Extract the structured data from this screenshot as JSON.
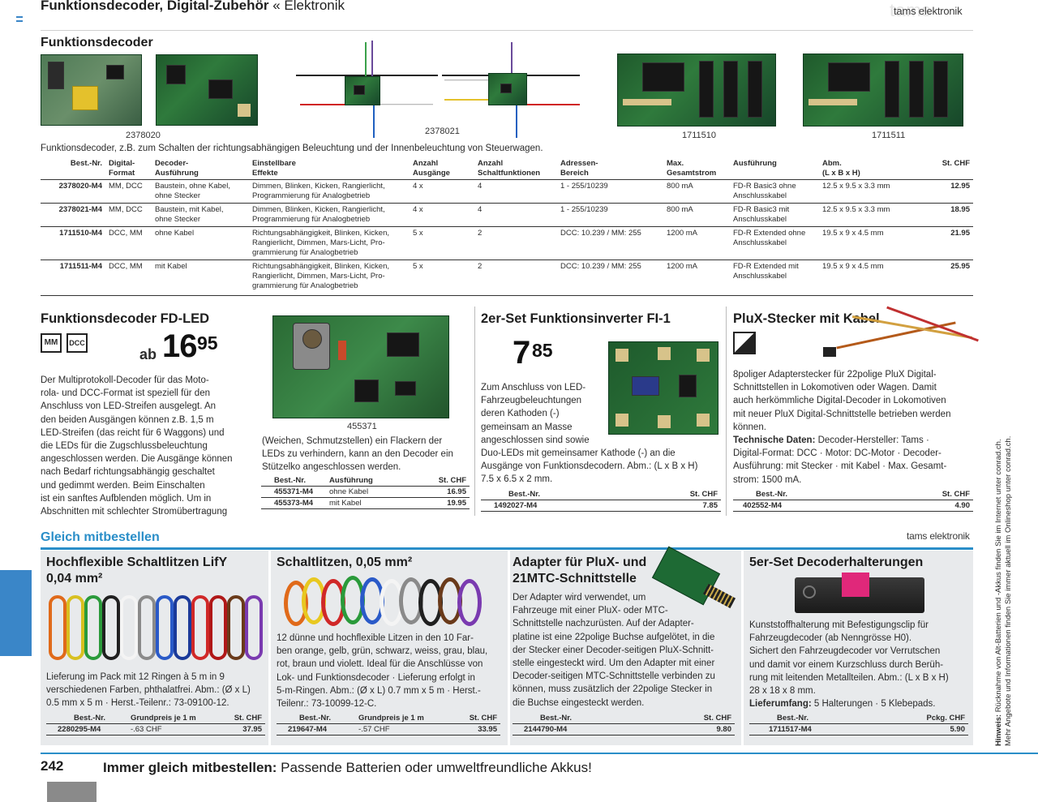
{
  "header": {
    "title_bold": "Funktionsdecoder, Digital-Zubehör",
    "title_rest": "« Elektronik",
    "brand": "tams elektronik",
    "brand_ghost": "tams"
  },
  "section1": {
    "title": "Funktionsdecoder",
    "captions": [
      "2378020",
      "2378021",
      "1711510",
      "1711511"
    ],
    "intro": "Funktionsdecoder, z.B. zum Schalten der richtungsabhängigen Beleuchtung und der Innenbeleuchtung von Steuerwagen.",
    "columns": [
      "Best.-Nr.",
      "Digital-\nFormat",
      "Decoder-\nAusführung",
      "Einstellbare\nEffekte",
      "Anzahl\nAusgänge",
      "Anzahl\nSchaltfunktionen",
      "Adressen-\nBereich",
      "Max.\nGesamtstrom",
      "Ausführung",
      "Abm.\n(L x B x H)",
      "St. CHF"
    ],
    "rows": [
      [
        "2378020-M4",
        "MM, DCC",
        "Baustein, ohne Kabel,\nohne Stecker",
        "Dimmen, Blinken, Kicken, Rangierlicht,\nProgrammierung für Analogbetrieb",
        "4 x",
        "4",
        "1 - 255/10239",
        "800 mA",
        "FD-R Basic3 ohne\nAnschlusskabel",
        "12.5 x 9.5 x 3.3 mm",
        "12.95"
      ],
      [
        "2378021-M4",
        "MM, DCC",
        "Baustein, mit Kabel,\nohne Stecker",
        "Dimmen, Blinken, Kicken, Rangierlicht,\nProgrammierung für Analogbetrieb",
        "4 x",
        "4",
        "1 - 255/10239",
        "800 mA",
        "FD-R Basic3 mit\nAnschlusskabel",
        "12.5 x 9.5 x 3.3 mm",
        "18.95"
      ],
      [
        "1711510-M4",
        "DCC, MM",
        "ohne Kabel",
        "Richtungsabhängigkeit, Blinken, Kicken,\nRangierlicht, Dimmen, Mars-Licht, Pro-\ngrammierung für Analogbetrieb",
        "5 x",
        "2",
        "DCC: 10.239 / MM: 255",
        "1200 mA",
        "FD-R Extended ohne\nAnschlusskabel",
        "19.5 x 9 x 4.5 mm",
        "21.95"
      ],
      [
        "1711511-M4",
        "DCC, MM",
        "mit Kabel",
        "Richtungsabhängigkeit, Blinken, Kicken,\nRangierlicht, Dimmen, Mars-Licht, Pro-\ngrammierung für Analogbetrieb",
        "5 x",
        "2",
        "DCC: 10.239 / MM: 255",
        "1200 mA",
        "FD-R Extended mit\nAnschlusskabel",
        "19.5 x 9 x 4.5 mm",
        "25.95"
      ]
    ]
  },
  "fdled": {
    "title": "Funktionsdecoder FD-LED",
    "badge1": "MM",
    "badge2": "DCC",
    "ab": "ab",
    "price_main": "16",
    "price_cents": "95",
    "text_left": "Der Multiprotokoll-Decoder für das Moto-\nrola- und DCC-Format ist speziell für den\nAnschluss von LED-Streifen ausgelegt. An\nden beiden Ausgängen können z.B. 1,5 m\nLED-Streifen (das reicht für 6 Waggons) und\ndie LEDs für die Zugschlussbeleuchtung\nangeschlossen werden. Die Ausgänge können\nnach Bedarf richtungsabhängig geschaltet\nund gedimmt werden. Beim Einschalten\nist ein sanftes Aufblenden möglich. Um in\nAbschnitten mit schlechter Stromübertragung",
    "caption": "455371",
    "text_right": "(Weichen, Schmutzstellen) ein Flackern der\nLEDs zu verhindern, kann an den Decoder ein\nStützelko angeschlossen werden.",
    "table_head": [
      "Best.-Nr.",
      "Ausführung",
      "St. CHF"
    ],
    "table_rows": [
      [
        "455371-M4",
        "ohne Kabel",
        "16.95"
      ],
      [
        "455373-M4",
        "mit Kabel",
        "19.95"
      ]
    ]
  },
  "fi1": {
    "title": "2er-Set Funktionsinverter FI-1",
    "price_main": "7",
    "price_cents": "85",
    "text": "Zum Anschluss von LED-\nFahrzeugbeleuchtungen\nderen Kathoden (-)\ngemeinsam an Masse\nangeschlossen sind sowie\nDuo-LEDs mit gemeinsamer Kathode (-) an die\nAusgänge von Funktionsdecodern. Abm.: (L x B x H)\n7.5 x 6.5 x 2 mm.",
    "table_head": [
      "Best.-Nr.",
      "St. CHF"
    ],
    "table_rows": [
      [
        "1492027-M4",
        "7.85"
      ]
    ]
  },
  "plux": {
    "title": "PluX-Stecker mit Kabel",
    "text": "8poliger Adapterstecker für 22polige PluX Digital-\nSchnittstellen in Lokomotiven oder Wagen. Damit\nauch herkömmliche Digital-Decoder in Lokomotiven\nmit neuer PluX Digital-Schnittstelle betrieben werden\nkönnen.",
    "tech_label": "Technische Daten:",
    "tech_text": " Decoder-Hersteller: Tams ·\nDigital-Format: DCC · Motor: DC-Motor · Decoder-\nAusführung: mit Stecker · mit Kabel · Max. Gesamt-\nstrom: 1500 mA.",
    "table_head": [
      "Best.-Nr.",
      "St. CHF"
    ],
    "table_rows": [
      [
        "402552-M4",
        "4.90"
      ]
    ]
  },
  "gleich": {
    "title": "Gleich mitbestellen",
    "brand": "tams elektronik"
  },
  "lify": {
    "title1": "Hochflexible Schaltlitzen LifY",
    "title2": "0,04 mm²",
    "text": "Lieferung im Pack mit 12 Ringen à 5 m in 9\nverschiedenen Farben, phthalatfrei. Abm.: (Ø x L)\n0.5 mm x 5 m · Herst.-Teilenr.: 73-09100-12.",
    "table_head": [
      "Best.-Nr.",
      "Grundpreis je 1 m",
      "St. CHF"
    ],
    "table_rows": [
      [
        "2280295-M4",
        "-.63 CHF",
        "37.95"
      ]
    ]
  },
  "schaltlitzen": {
    "title": "Schaltlitzen, 0,05 mm²",
    "text": "12 dünne und hochflexible Litzen in den 10 Far-\nben orange, gelb, grün, schwarz, weiss, grau, blau,\nrot, braun und violett. Ideal für die Anschlüsse von\nLok- und Funktionsdecoder · Lieferung erfolgt in\n5-m-Ringen. Abm.: (Ø x L) 0.7 mm x 5 m · Herst.-\nTeilenr.: 73-10099-12-C.",
    "table_head": [
      "Best.-Nr.",
      "Grundpreis je 1 m",
      "St. CHF"
    ],
    "table_rows": [
      [
        "219647-M4",
        "-.57 CHF",
        "33.95"
      ]
    ]
  },
  "adapter": {
    "title1": "Adapter für PluX- und",
    "title2": "21MTC-Schnittstelle",
    "text": "Der Adapter wird verwendet, um\nFahrzeuge mit einer PluX- oder MTC-\nSchnittstelle nachzurüsten. Auf der Adapter-\nplatine ist eine 22polige Buchse aufgelötet, in die\nder Stecker einer Decoder-seitigen PluX-Schnitt-\nstelle eingesteckt wird. Um den Adapter mit einer\nDecoder-seitigen MTC-Schnittstelle verbinden zu\nkönnen, muss zusätzlich der 22polige Stecker in\ndie Buchse eingesteckt werden.",
    "table_head": [
      "Best.-Nr.",
      "St. CHF"
    ],
    "table_rows": [
      [
        "2144790-M4",
        "9.80"
      ]
    ]
  },
  "halter": {
    "title": "5er-Set Decoderhalterungen",
    "text": "Kunststoffhalterung mit Befestigungsclip für\nFahrzeugdecoder (ab Nenngrösse H0).\nSichert den Fahrzeugdecoder vor Verrutschen\nund damit vor einem Kurzschluss durch Berüh-\nrung mit leitenden Metallteilen. Abm.: (L x B x H)\n28 x 18 x 8 mm.",
    "lief_label": "Lieferumfang:",
    "lief_text": " 5 Halterungen · 5 Klebepads.",
    "table_head": [
      "Best.-Nr.",
      "Pckg. CHF"
    ],
    "table_rows": [
      [
        "1711517-M4",
        "5.90"
      ]
    ]
  },
  "side_note": {
    "bold": "Hinweis:",
    "text": " Rücknahme von Alt-Batterien und -Akkus finden Sie im Internet unter conrad.ch.",
    "text2": "Mehr Angebote und Informationen finden Sie immer aktuell im Onlineshop unter conrad.ch."
  },
  "footer": {
    "page": "242",
    "bold": "Immer gleich mitbestellen:",
    "rest": " Passende Batterien oder umweltfreundliche Akkus!"
  },
  "colors": {
    "accent_blue": "#2a8ec8",
    "tab_blue": "#3a86c8",
    "panel_gray": "#e8eaec",
    "pcb_green": "#2f7a3c"
  }
}
